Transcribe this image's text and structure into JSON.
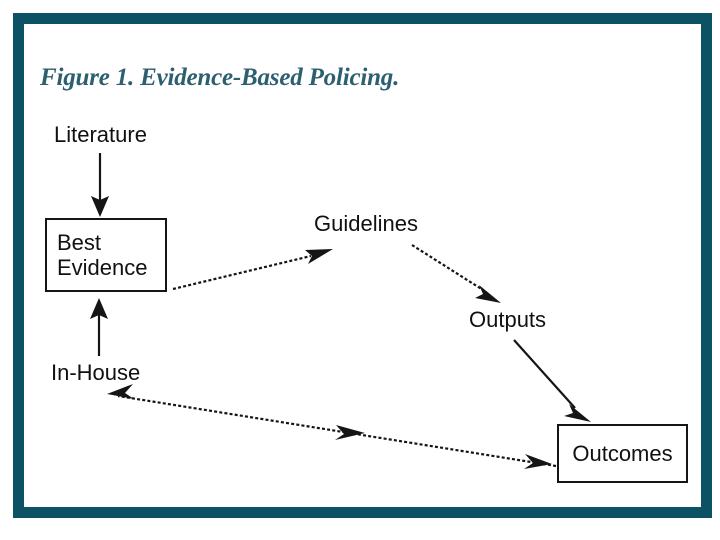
{
  "figure": {
    "title": "Figure 1. Evidence-Based Policing.",
    "frame_color": "#0d5165",
    "title_color": "#2c5f70",
    "background_color": "#ffffff",
    "line_color": "#151515"
  },
  "nodes": {
    "literature": {
      "label": "Literature",
      "shape": "plain-text"
    },
    "best_evidence": {
      "label": "Best\nEvidence",
      "shape": "box"
    },
    "in_house": {
      "label": "In-House",
      "shape": "plain-text"
    },
    "guidelines": {
      "label": "Guidelines",
      "shape": "plain-text"
    },
    "outputs": {
      "label": "Outputs",
      "shape": "plain-text"
    },
    "outcomes": {
      "label": "Outcomes",
      "shape": "box"
    }
  },
  "edges": [
    {
      "from": "literature",
      "to": "best_evidence",
      "style": "solid",
      "direction": "down"
    },
    {
      "from": "best_evidence",
      "to": "guidelines",
      "style": "dotted",
      "direction": "up-right"
    },
    {
      "from": "guidelines",
      "to": "outputs",
      "style": "dotted",
      "direction": "down-right"
    },
    {
      "from": "outputs",
      "to": "outcomes",
      "style": "solid",
      "direction": "down-right"
    },
    {
      "from": "outcomes",
      "to": "in_house",
      "style": "dotted",
      "direction": "left"
    },
    {
      "from": "in_house",
      "to": "best_evidence",
      "style": "solid",
      "direction": "up"
    }
  ],
  "chart_data": {
    "type": "diagram",
    "title": "Figure 1. Evidence-Based Policing.",
    "diagram_kind": "flow-cycle",
    "nodes": [
      "Literature",
      "Best Evidence",
      "In-House",
      "Guidelines",
      "Outputs",
      "Outcomes"
    ],
    "flow": [
      "Literature -> Best Evidence",
      "In-House -> Best Evidence",
      "Best Evidence -> Guidelines",
      "Guidelines -> Outputs",
      "Outputs -> Outcomes",
      "Outcomes -> In-House"
    ]
  }
}
